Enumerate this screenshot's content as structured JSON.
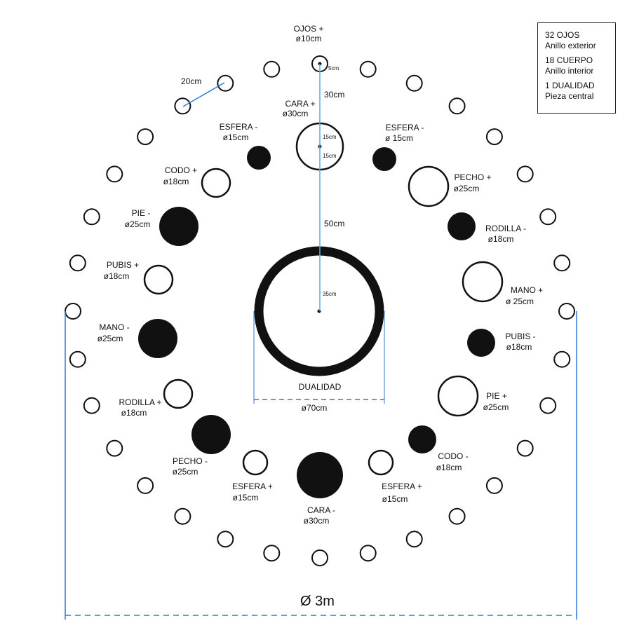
{
  "legend": [
    {
      "line1": "32 OJOS",
      "line2": "Anillo exterior"
    },
    {
      "line1": "18 CUERPO",
      "line2": "Anillo interior"
    },
    {
      "line1": "1 DUALIDAD",
      "line2": "Pieza central"
    }
  ],
  "elements": [
    {
      "id": "ojos-top",
      "name": "OJOS +",
      "size": "ø10cm"
    },
    {
      "id": "cara-top",
      "name": "CARA +",
      "size": "ø30cm"
    },
    {
      "id": "esfera-tl",
      "name": "ESFERA -",
      "size": "ø15cm"
    },
    {
      "id": "esfera-tr",
      "name": "ESFERA -",
      "size": "ø 15cm"
    },
    {
      "id": "codo-l",
      "name": "CODO +",
      "size": "ø18cm"
    },
    {
      "id": "pecho-r",
      "name": "PECHO +",
      "size": "ø25cm"
    },
    {
      "id": "pie-l",
      "name": "PIE -",
      "size": "ø25cm"
    },
    {
      "id": "rodilla-r",
      "name": "RODILLA -",
      "size": "ø18cm"
    },
    {
      "id": "pubis-l",
      "name": "PUBIS +",
      "size": "ø18cm"
    },
    {
      "id": "mano-r",
      "name": "MANO +",
      "size": "ø 25cm"
    },
    {
      "id": "mano-l",
      "name": "MANO -",
      "size": "ø25cm"
    },
    {
      "id": "pubis-r",
      "name": "PUBIS -",
      "size": "ø18cm"
    },
    {
      "id": "dualidad",
      "name": "DUALIDAD",
      "size": "ø70cm"
    },
    {
      "id": "rodilla-l",
      "name": "RODILLA +",
      "size": "ø18cm"
    },
    {
      "id": "pie-r",
      "name": "PIE +",
      "size": "ø25cm"
    },
    {
      "id": "pecho-l",
      "name": "PECHO -",
      "size": "ø25cm"
    },
    {
      "id": "codo-r",
      "name": "CODO -",
      "size": "ø18cm"
    },
    {
      "id": "esfera-bl",
      "name": "ESFERA +",
      "size": "ø15cm"
    },
    {
      "id": "esfera-br",
      "name": "ESFERA +",
      "size": "ø15cm"
    },
    {
      "id": "cara-bottom",
      "name": "CARA -",
      "size": "ø30cm"
    }
  ],
  "dimensions": {
    "spacing_outer": "20cm",
    "ojos_to_cara": "30cm",
    "cara_to_dualidad": "50cm",
    "ojos_radius": "5cm",
    "cara_radius_top": "15cm",
    "cara_radius_bottom": "15cm",
    "dualidad_radius": "35cm",
    "overall_diameter": "Ø 3m"
  },
  "colors": {
    "ink": "#111111",
    "dimension_line": "#2f7ad1",
    "radius_line": "#4fb3d9"
  }
}
